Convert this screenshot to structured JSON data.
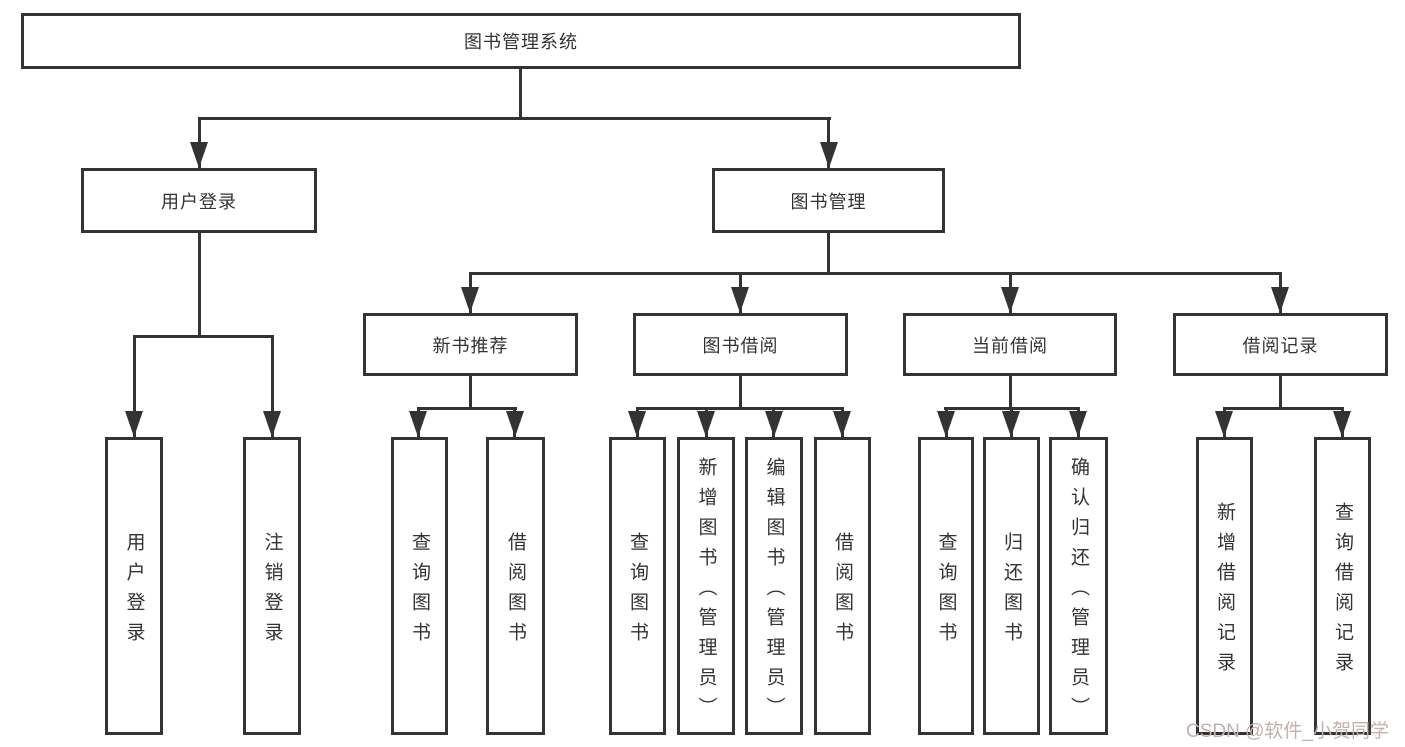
{
  "colors": {
    "line": "#333333",
    "text": "#333333",
    "background": "#ffffff",
    "watermark": "#c3b0b0"
  },
  "tree": {
    "root": {
      "label": "图书管理系统"
    },
    "level2": [
      {
        "label": "用户登录",
        "children": [
          {
            "label": "用户登录"
          },
          {
            "label": "注销登录"
          }
        ]
      },
      {
        "label": "图书管理",
        "children": [
          {
            "label": "新书推荐",
            "children": [
              {
                "label": "查询图书"
              },
              {
                "label": "借阅图书"
              }
            ]
          },
          {
            "label": "图书借阅",
            "children": [
              {
                "label": "查询图书"
              },
              {
                "label": "新增图书（管理员）"
              },
              {
                "label": "编辑图书（管理员）"
              },
              {
                "label": "借阅图书"
              }
            ]
          },
          {
            "label": "当前借阅",
            "children": [
              {
                "label": "查询图书"
              },
              {
                "label": "归还图书"
              },
              {
                "label": "确认归还（管理员）"
              }
            ]
          },
          {
            "label": "借阅记录",
            "children": [
              {
                "label": "新增借阅记录"
              },
              {
                "label": "查询借阅记录"
              }
            ]
          }
        ]
      }
    ]
  },
  "watermark": {
    "text": "CSDN @软件_小贺同学"
  }
}
